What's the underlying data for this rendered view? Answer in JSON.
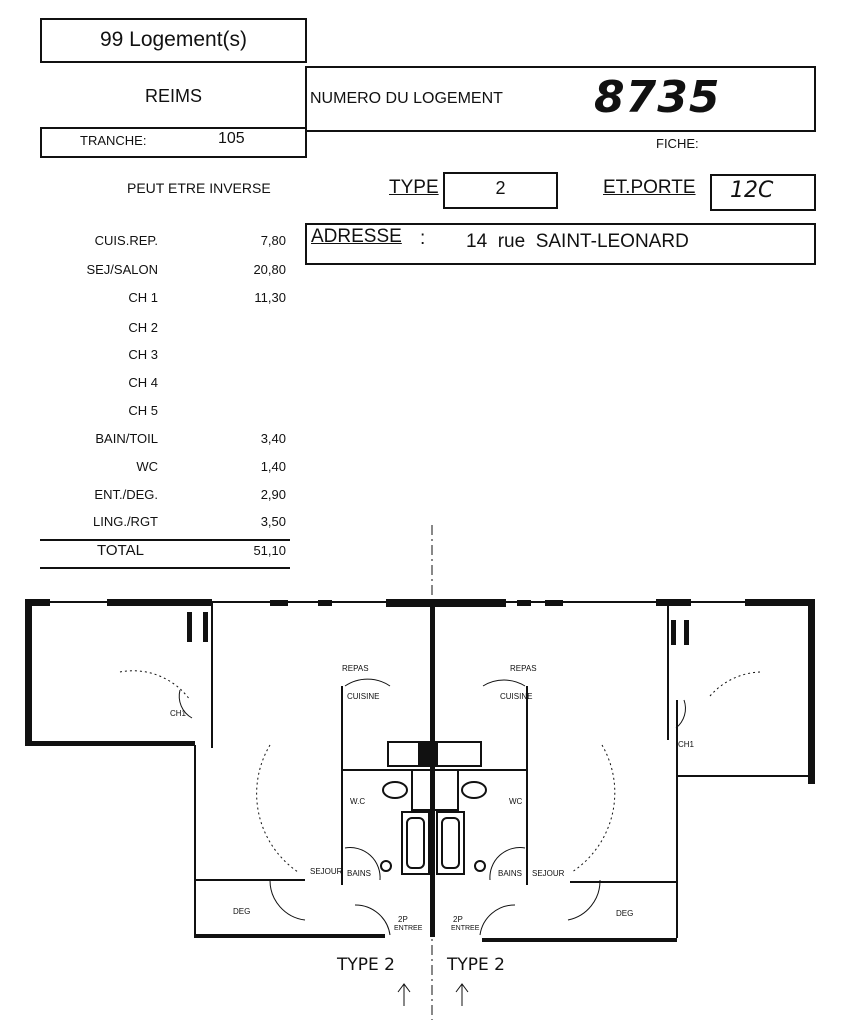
{
  "header": {
    "logements": "99 Logement(s)",
    "city": "REIMS",
    "tranche_label": "TRANCHE:",
    "tranche_value": "105",
    "numero_label": "NUMERO DU LOGEMENT",
    "numero_value": "8735",
    "fiche_label": "FICHE:"
  },
  "info": {
    "peut_etre_inverse": "PEUT ETRE INVERSE",
    "type_label": "TYPE",
    "type_value": "2",
    "etporte_label": "ET.PORTE",
    "etporte_value": "12C",
    "adresse_label": "ADRESSE",
    "adresse_colon": ":",
    "adresse_value": "14  rue  SAINT-LEONARD"
  },
  "rooms": [
    {
      "label": "CUIS.REP.",
      "value": "7,80"
    },
    {
      "label": "SEJ/SALON",
      "value": "20,80"
    },
    {
      "label": "CH 1",
      "value": "11,30"
    },
    {
      "label": "CH 2",
      "value": ""
    },
    {
      "label": "CH 3",
      "value": ""
    },
    {
      "label": "CH 4",
      "value": ""
    },
    {
      "label": "CH 5",
      "value": ""
    },
    {
      "label": "BAIN/TOIL",
      "value": "3,40"
    },
    {
      "label": "WC",
      "value": "1,40"
    },
    {
      "label": "ENT./DEG.",
      "value": "2,90"
    },
    {
      "label": "LING./RGT",
      "value": "3,50"
    }
  ],
  "total": {
    "label": "TOTAL",
    "value": "51,10"
  },
  "plan": {
    "repas_left": "REPAS",
    "cuisine_left": "CUISINE",
    "repas_right": "REPAS",
    "cuisine_right": "CUISINE",
    "ch1_left": "CH1",
    "ch1_right": "CH1",
    "wc_left": "W.C",
    "wc_right": "WC",
    "sejour_left": "SEJOUR",
    "sejour_right": "SEJOUR",
    "bains_left": "BAINS",
    "bains_right": "BAINS",
    "deg_left": "DEG",
    "deg_right": "DEG",
    "entree_left_top": "2P",
    "entree_left_bot": "ENTREE",
    "entree_right_top": "2P",
    "entree_right_bot": "ENTREE",
    "type_left": "TYPE 2",
    "type_right": "TYPE 2"
  }
}
